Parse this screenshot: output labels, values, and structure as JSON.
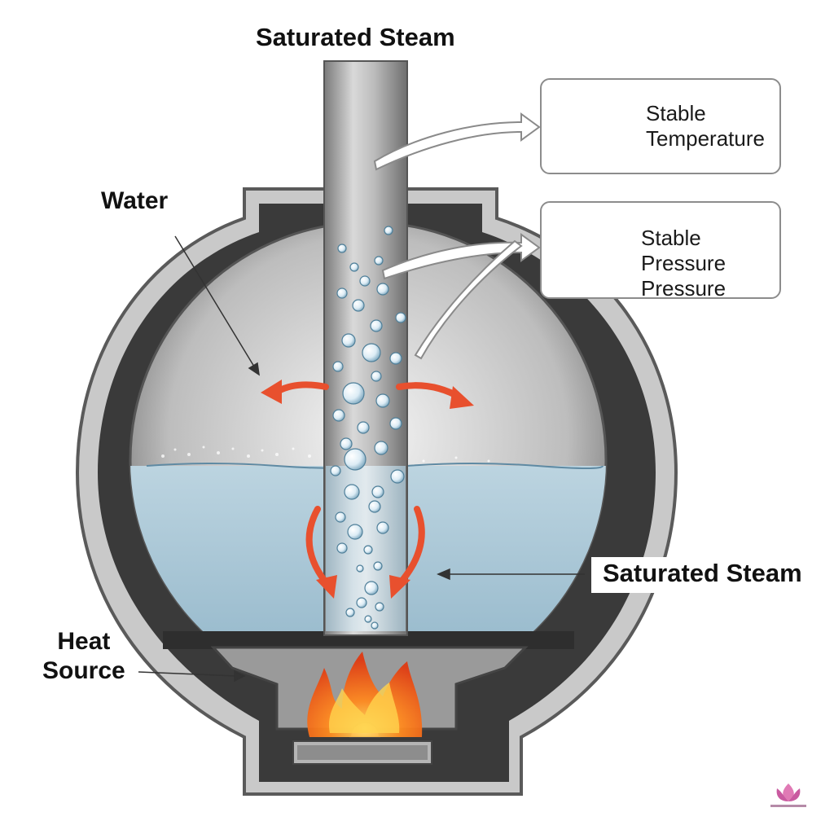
{
  "title": "Saturated Steam",
  "labels": {
    "water": "Water",
    "heat_source": [
      "Heat",
      "Source"
    ],
    "saturated_steam": "Saturated Steam"
  },
  "callouts": {
    "temperature": {
      "line1": "Stable",
      "line2": "Temperature",
      "icon": "thermometer-gauge-icon"
    },
    "pressure": {
      "line1": "Stable Pressure",
      "line2": "Pressure",
      "icon": "pressure-gauge-icon"
    }
  },
  "colors": {
    "flow_arrow": "#e8502e",
    "water": "#a9c7d6",
    "vessel_dark": "#3a3a3a",
    "flame": "#ff6a1a"
  }
}
